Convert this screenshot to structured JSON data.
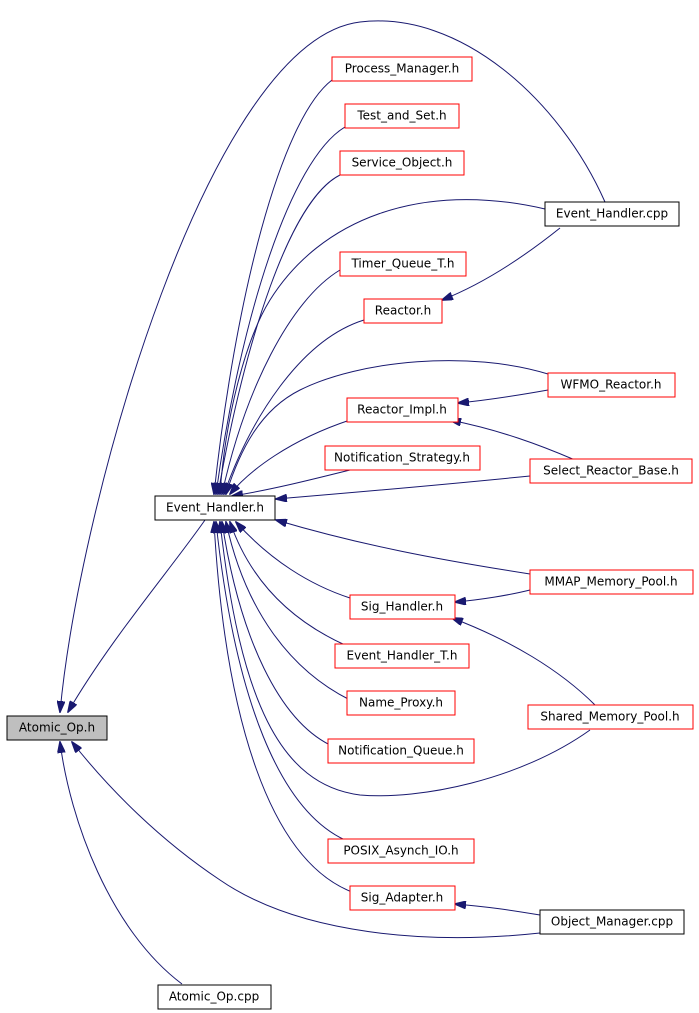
{
  "colors": {
    "edge": "#191970",
    "root_fill": "#bfbfbf",
    "root_border": "#000000",
    "black_border": "#000000",
    "red_border": "#ff0000",
    "node_fill": "#ffffff"
  },
  "nodes": [
    {
      "id": "atomic_op_h",
      "label": "Atomic_Op.h",
      "style": "root"
    },
    {
      "id": "event_handler_h",
      "label": "Event_Handler.h",
      "style": "black"
    },
    {
      "id": "atomic_op_cpp",
      "label": "Atomic_Op.cpp",
      "style": "black"
    },
    {
      "id": "process_manager_h",
      "label": "Process_Manager.h",
      "style": "red"
    },
    {
      "id": "test_and_set_h",
      "label": "Test_and_Set.h",
      "style": "red"
    },
    {
      "id": "service_object_h",
      "label": "Service_Object.h",
      "style": "red"
    },
    {
      "id": "event_handler_cpp",
      "label": "Event_Handler.cpp",
      "style": "black"
    },
    {
      "id": "timer_queue_t_h",
      "label": "Timer_Queue_T.h",
      "style": "red"
    },
    {
      "id": "reactor_h",
      "label": "Reactor.h",
      "style": "red"
    },
    {
      "id": "wfmo_reactor_h",
      "label": "WFMO_Reactor.h",
      "style": "red"
    },
    {
      "id": "reactor_impl_h",
      "label": "Reactor_Impl.h",
      "style": "red"
    },
    {
      "id": "notification_strategy_h",
      "label": "Notification_Strategy.h",
      "style": "red"
    },
    {
      "id": "select_reactor_base_h",
      "label": "Select_Reactor_Base.h",
      "style": "red"
    },
    {
      "id": "mmap_memory_pool_h",
      "label": "MMAP_Memory_Pool.h",
      "style": "red"
    },
    {
      "id": "sig_handler_h",
      "label": "Sig_Handler.h",
      "style": "red"
    },
    {
      "id": "event_handler_t_h",
      "label": "Event_Handler_T.h",
      "style": "red"
    },
    {
      "id": "name_proxy_h",
      "label": "Name_Proxy.h",
      "style": "red"
    },
    {
      "id": "shared_memory_pool_h",
      "label": "Shared_Memory_Pool.h",
      "style": "red"
    },
    {
      "id": "notification_queue_h",
      "label": "Notification_Queue.h",
      "style": "red"
    },
    {
      "id": "posix_asynch_io_h",
      "label": "POSIX_Asynch_IO.h",
      "style": "red"
    },
    {
      "id": "sig_adapter_h",
      "label": "Sig_Adapter.h",
      "style": "red"
    },
    {
      "id": "object_manager_cpp",
      "label": "Object_Manager.cpp",
      "style": "black"
    }
  ],
  "edges": [
    {
      "from": "event_handler_h",
      "to": "atomic_op_h"
    },
    {
      "from": "event_handler_cpp",
      "to": "atomic_op_h"
    },
    {
      "from": "object_manager_cpp",
      "to": "atomic_op_h"
    },
    {
      "from": "atomic_op_cpp",
      "to": "atomic_op_h"
    },
    {
      "from": "process_manager_h",
      "to": "event_handler_h"
    },
    {
      "from": "test_and_set_h",
      "to": "event_handler_h"
    },
    {
      "from": "service_object_h",
      "to": "event_handler_h"
    },
    {
      "from": "event_handler_cpp",
      "to": "event_handler_h"
    },
    {
      "from": "timer_queue_t_h",
      "to": "event_handler_h"
    },
    {
      "from": "reactor_h",
      "to": "event_handler_h"
    },
    {
      "from": "wfmo_reactor_h",
      "to": "event_handler_h"
    },
    {
      "from": "reactor_impl_h",
      "to": "event_handler_h"
    },
    {
      "from": "notification_strategy_h",
      "to": "event_handler_h"
    },
    {
      "from": "select_reactor_base_h",
      "to": "event_handler_h"
    },
    {
      "from": "mmap_memory_pool_h",
      "to": "event_handler_h"
    },
    {
      "from": "sig_handler_h",
      "to": "event_handler_h"
    },
    {
      "from": "event_handler_t_h",
      "to": "event_handler_h"
    },
    {
      "from": "name_proxy_h",
      "to": "event_handler_h"
    },
    {
      "from": "notification_queue_h",
      "to": "event_handler_h"
    },
    {
      "from": "shared_memory_pool_h",
      "to": "event_handler_h"
    },
    {
      "from": "posix_asynch_io_h",
      "to": "event_handler_h"
    },
    {
      "from": "sig_adapter_h",
      "to": "event_handler_h"
    },
    {
      "from": "event_handler_cpp",
      "to": "reactor_h"
    },
    {
      "from": "wfmo_reactor_h",
      "to": "reactor_impl_h"
    },
    {
      "from": "select_reactor_base_h",
      "to": "reactor_impl_h"
    },
    {
      "from": "mmap_memory_pool_h",
      "to": "sig_handler_h"
    },
    {
      "from": "shared_memory_pool_h",
      "to": "sig_handler_h"
    },
    {
      "from": "object_manager_cpp",
      "to": "sig_adapter_h"
    }
  ]
}
